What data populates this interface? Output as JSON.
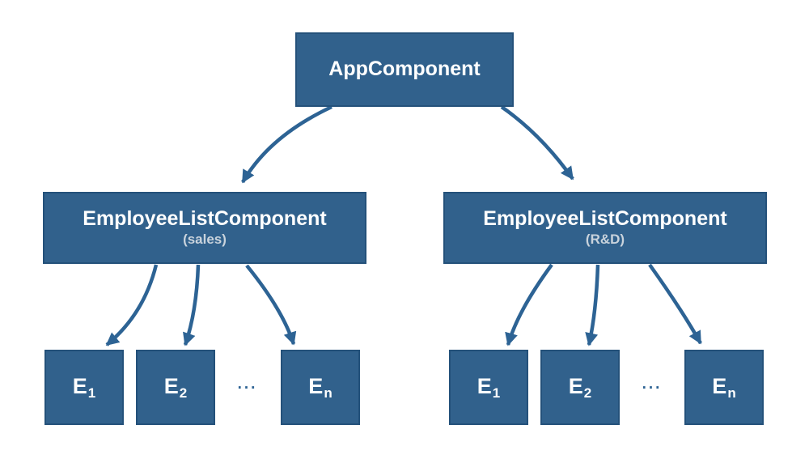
{
  "diagram": {
    "root": {
      "label": "AppComponent"
    },
    "groups": [
      {
        "label": "EmployeeListComponent",
        "sublabel": "(sales)",
        "ellipsis": "...",
        "leaves": [
          {
            "base": "E",
            "sub": "1"
          },
          {
            "base": "E",
            "sub": "2"
          },
          {
            "base": "E",
            "sub": "n"
          }
        ]
      },
      {
        "label": "EmployeeListComponent",
        "sublabel": "(R&D)",
        "ellipsis": "...",
        "leaves": [
          {
            "base": "E",
            "sub": "1"
          },
          {
            "base": "E",
            "sub": "2"
          },
          {
            "base": "E",
            "sub": "n"
          }
        ]
      }
    ],
    "colors": {
      "background": "#ffffff",
      "box_fill": "#31618c",
      "box_border": "#24517a",
      "arrow": "#2d6394",
      "title_text": "#ffffff",
      "subtitle_text": "#c9d3dc",
      "ellipsis_text": "#2d6394"
    }
  }
}
